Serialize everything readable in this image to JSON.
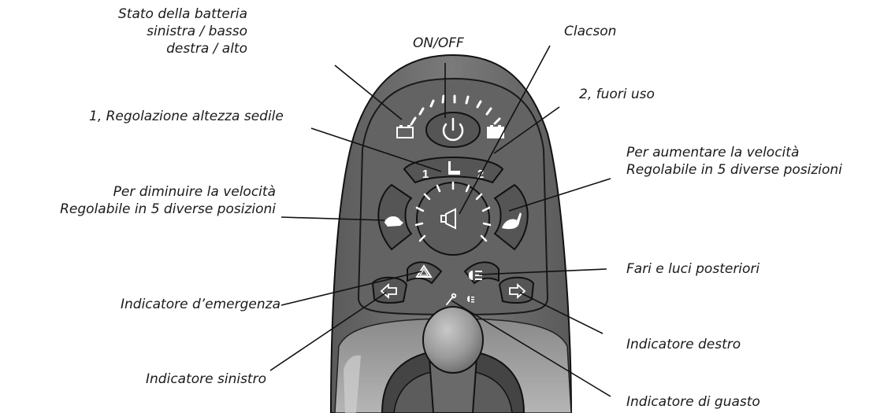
{
  "labels": {
    "battery": {
      "line1": "Stato della batteria",
      "line2": "sinistra / basso",
      "line3": "destra / alto"
    },
    "onoff": "ON/OFF",
    "horn": "Clacson",
    "seat": "1, Regolazione altezza sedile",
    "unused": "2, fuori uso",
    "speed_up": {
      "line1": "Per aumentare la velocità",
      "line2": "Regolabile in 5 diverse posizioni"
    },
    "speed_down": {
      "line1": "Per diminuire la velocità",
      "line2": "Regolabile in 5 diverse posizioni"
    },
    "lights": "Fari e luci posteriori",
    "hazard": "Indicatore d’emergenza",
    "right_ind": "Indicatore destro",
    "left_ind": "Indicatore sinistro",
    "fault": "Indicatore di guasto"
  },
  "buttons": {
    "seat_1": "1",
    "seat_2": "2"
  },
  "colors": {
    "panel": "#6e6e6e",
    "panel_dark": "#4a4a4a",
    "button": "#5a5a5a",
    "outline": "#111111",
    "icon": "#ffffff"
  }
}
